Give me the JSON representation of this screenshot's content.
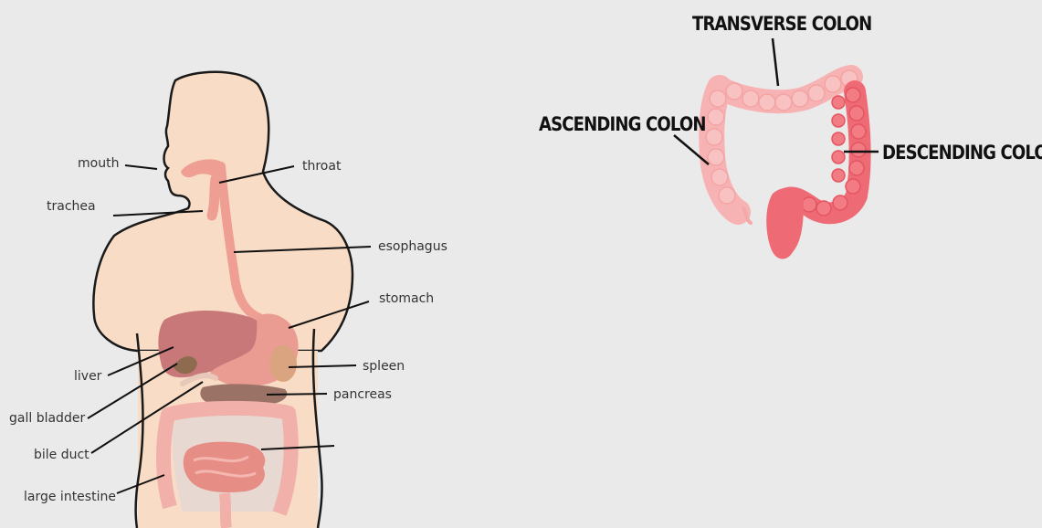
{
  "colors": {
    "background": "#ebeaea",
    "skin": "#f8dcc5",
    "outline": "#1a1a1a",
    "tract": "#ee9e92",
    "liver": "#c9787a",
    "stomach": "#ea9b92",
    "spleen": "#d9a47f",
    "pancreas": "#9b7266",
    "gall_bladder": "#8e6a4e",
    "intestine": "#f1b0aa",
    "ascending_colon": "#f7b3b3",
    "descending_colon": "#ee6a74"
  },
  "body_diagram": {
    "labels": {
      "mouth": "mouth",
      "trachea": "trachea",
      "throat": "throat",
      "esophagus": "esophagus",
      "stomach": "stomach",
      "liver": "liver",
      "spleen": "spleen",
      "gall_bladder": "gall bladder",
      "pancreas": "pancreas",
      "bile_duct": "bile duct",
      "large_intestine": "large intestine"
    }
  },
  "colon_diagram": {
    "labels": {
      "transverse": "TRANSVERSE COLON",
      "ascending": "ASCENDING COLON",
      "descending": "DESCENDING COLON"
    }
  }
}
